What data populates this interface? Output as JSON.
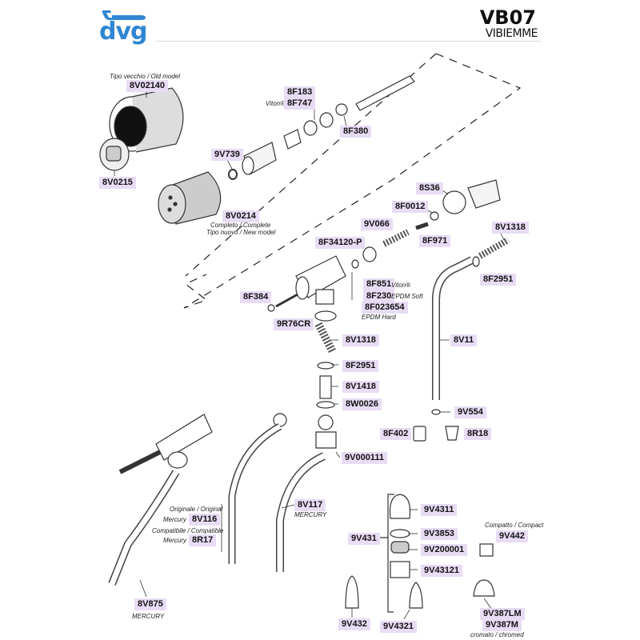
{
  "header": {
    "logo_text": "dvg",
    "model_code": "VB07",
    "brand": "VIBIEMME",
    "logo_color": "#2f86d4"
  },
  "colors": {
    "label_bg": "#e8dcf5",
    "line": "#333333"
  },
  "parts": {
    "p8V02140": "8V02140",
    "p8V0215": "8V0215",
    "p9V739": "9V739",
    "p8V0214": "8V0214",
    "p8F183": "8F183",
    "p8F747": "8F747",
    "p8F380": "8F380",
    "p8S36": "8S36",
    "p8F0012": "8F0012",
    "p9V066": "9V066",
    "p8F971": "8F971",
    "p8F34120P": "8F34120-P",
    "p8F851": "8F851",
    "p8F230": "8F230",
    "p8F023654": "8F023654",
    "p8V1318a": "8V1318",
    "p8F2951a": "8F2951",
    "p8F384": "8F384",
    "p9R76CR": "9R76CR",
    "p8V1318b": "8V1318",
    "p8F2951b": "8F2951",
    "p8V1418": "8V1418",
    "p8W0026": "8W0026",
    "p8V11": "8V11",
    "p9V554": "9V554",
    "p8F402": "8F402",
    "p8R18": "8R18",
    "p9V000111": "9V000111",
    "p8V116": "8V116",
    "p8R17": "8R17",
    "p8V117": "8V117",
    "p8V875": "8V875",
    "p9V431": "9V431",
    "p9V4311": "9V4311",
    "p9V3853": "9V3853",
    "p9V200001": "9V200001",
    "p9V43121": "9V43121",
    "p9V442": "9V442",
    "p9V432": "9V432",
    "p9V4321": "9V4321",
    "p9V387LM": "9V387LM",
    "p9V387M": "9V387M"
  },
  "notes": {
    "old_model": "Tipo vecchio / Old model",
    "viton_a": "Viton®",
    "complete": "Completo / Complete",
    "new_model": "Tipo nuovo / New model",
    "viton_b": "Viton®",
    "epdm_soft": "EPDM Soft",
    "epdm_hard": "EPDM Hard",
    "original": "Originale / Original",
    "mercury_a": "Mercury",
    "compatible": "Compatibile / Compatible",
    "mercury_b": "Mercury",
    "mercury_8v117": "MERCURY",
    "mercury_8v875": "MERCURY",
    "compact": "Compatto / Compact",
    "chromed": "cromato / chromed"
  }
}
